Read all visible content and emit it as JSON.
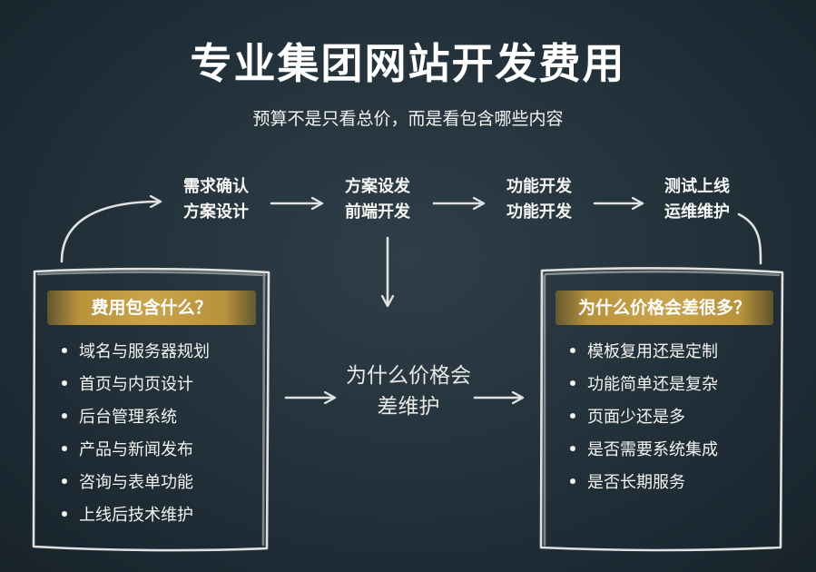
{
  "title": "专业集团网站开发费用",
  "subtitle": "预算不是只看总价，而是看包含哪些内容",
  "flow_steps": [
    {
      "line1": "需求确认",
      "line2": "方案设计"
    },
    {
      "line1": "方案设发",
      "line2": "前端开发"
    },
    {
      "line1": "功能开发",
      "line2": "功能开发"
    },
    {
      "line1": "测试上线",
      "line2": "运维维护"
    }
  ],
  "left_panel": {
    "heading": "费用包含什么？",
    "items": [
      "域名与服务器规划",
      "首页与内页设计",
      "后台管理系统",
      "产品与新闻发布",
      "咨询与表单功能",
      "上线后技术维护"
    ]
  },
  "center_question": {
    "line1": "为什么价格会",
    "line2": "差维护"
  },
  "right_panel": {
    "heading": "为什么价格会差很多？",
    "items": [
      "模板复用还是定制",
      "功能简单还是复杂",
      "页面少还是多",
      "是否需要系统集成",
      "是否长期服务"
    ]
  },
  "colors": {
    "board": "#22303a",
    "chalk": "#f2f2ee",
    "banner": "#c9a44a"
  }
}
